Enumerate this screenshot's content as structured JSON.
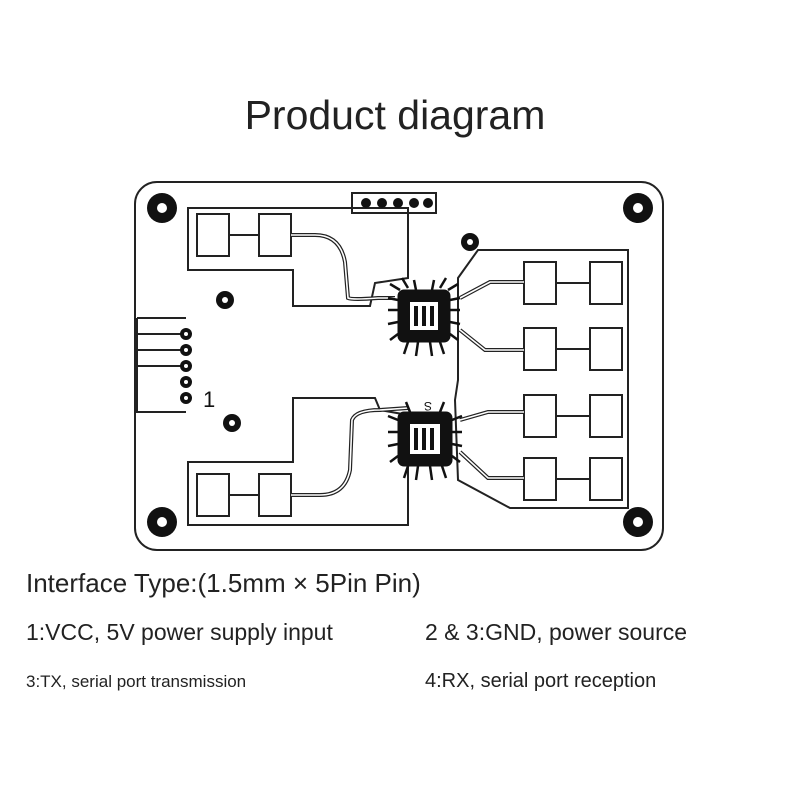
{
  "title": "Product diagram",
  "board": {
    "pin_marker": "1",
    "pin_marker_alt": "S"
  },
  "interface": {
    "type_line": "Interface Type:(1.5mm × 5Pin Pin)",
    "pin1": "1:VCC, 5V power supply input",
    "pin23": "2 & 3:GND, power source",
    "pin3": "3:TX, serial port transmission",
    "pin4": "4:RX, serial port reception"
  },
  "colors": {
    "line": "#222222",
    "background": "#ffffff"
  }
}
